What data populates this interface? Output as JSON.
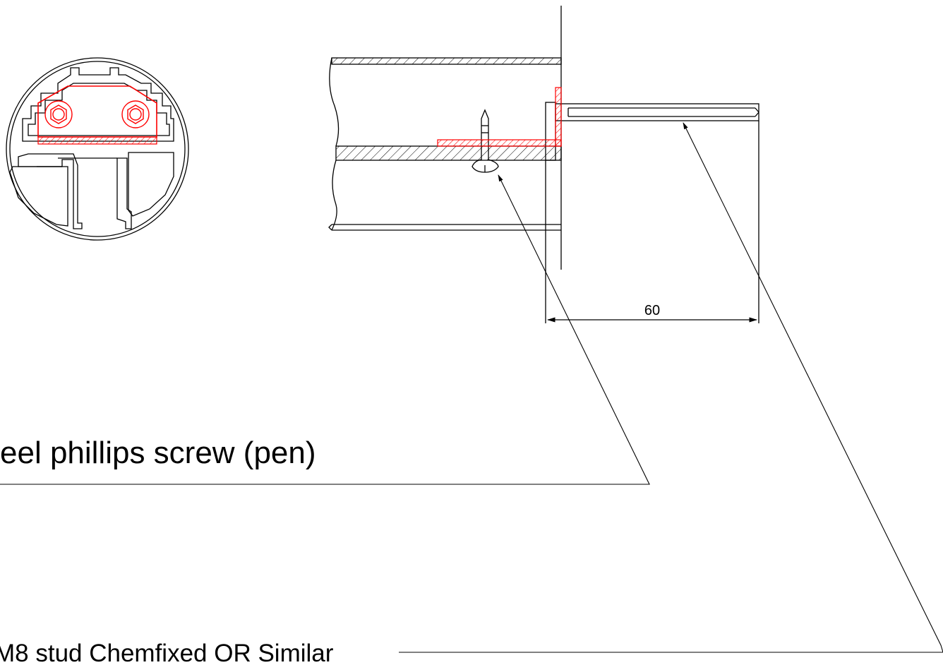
{
  "labels": {
    "screw_callout": "eel phillips screw (pen)",
    "stud_callout": "M8 stud Chemfixed OR Similar",
    "dimension": "60"
  },
  "colors": {
    "line": "#000000",
    "highlight": "#ff0000",
    "background": "#ffffff"
  }
}
